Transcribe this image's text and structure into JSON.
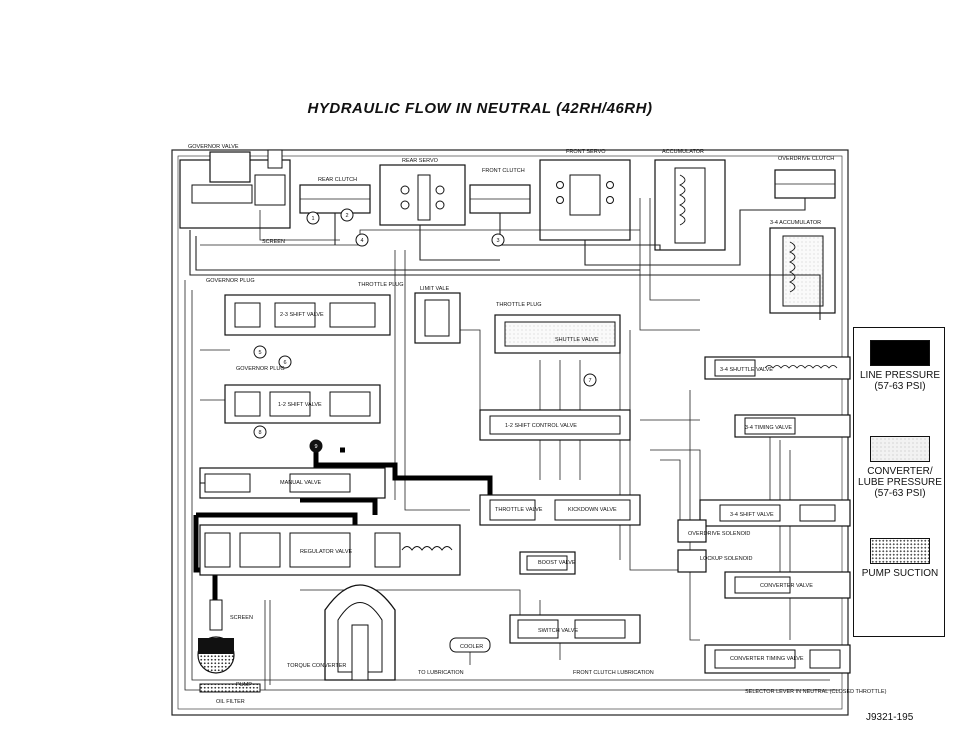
{
  "title": "HYDRAULIC FLOW IN NEUTRAL (42RH/46RH)",
  "labels": {
    "governor_valve": "GOVERNOR VALVE",
    "rear_clutch": "REAR CLUTCH",
    "rear_servo": "REAR SERVO",
    "front_clutch": "FRONT CLUTCH",
    "front_servo": "FRONT SERVO",
    "accumulator": "ACCUMULATOR",
    "overdrive_clutch": "OVERDRIVE CLUTCH",
    "accumulator_3_4": "3-4 ACCUMULATOR",
    "screen_top": "SCREEN",
    "governor_plug_top": "GOVERNOR PLUG",
    "throttle_plug_top": "THROTTLE PLUG",
    "shift_valve_2_3": "2-3 SHIFT VALVE",
    "limit_valve": "LIMIT VALE",
    "throttle_plug_mid": "THROTTLE PLUG",
    "shuttle_valve": "SHUTTLE VALVE",
    "shuttle_valve_3_4": "3-4 SHUTTLE VALVE",
    "governor_plug_mid": "GOVERNOR PLUG",
    "shift_valve_1_2": "1-2 SHIFT VALVE",
    "shift_control_valve_1_2": "1-2 SHIFT CONTROL VALVE",
    "timing_valve_3_4": "3-4 TIMING VALVE",
    "manual_valve": "MANUAL VALVE",
    "throttle_valve": "THROTTLE VALVE",
    "kickdown_valve": "KICKDOWN VALVE",
    "shift_valve_3_4": "3-4 SHIFT VALVE",
    "overdrive_solenoid": "OVERDRIVE SOLENOID",
    "regulator_valve": "REGULATOR VALVE",
    "boost_valve": "BOOST VALVE",
    "lockup_solenoid": "LOCKUP SOLENOID",
    "converter_valve": "CONVERTER VALVE",
    "screen_bottom": "SCREEN",
    "switch_valve": "SWITCH VALVE",
    "cooler": "COOLER",
    "torque_converter": "TORQUE CONVERTER",
    "to_lubrication": "TO LUBRICATION",
    "front_clutch_lubrication": "FRONT CLUTCH LUBRICATION",
    "converter_timing_valve": "CONVERTER TIMING VALVE",
    "pump": "PUMP",
    "oil_filter": "OIL FILTER",
    "selector_lever": "SELECTOR LEVER IN NEUTRAL (CLOSED THROTTLE)"
  },
  "circle_numbers": [
    "1",
    "2",
    "3",
    "4",
    "5",
    "6",
    "7",
    "8",
    "9"
  ],
  "legend": [
    {
      "label": "LINE PRESSURE (57-63 psi)",
      "pattern": "solid-black"
    },
    {
      "label": "CONVERTER/ LUBE PRESSURE (57-63 psi)",
      "pattern": "light-stipple"
    },
    {
      "label": "PUMP SUCTION",
      "pattern": "dense-dots"
    }
  ],
  "figure_id": "J9321-195",
  "colors": {
    "ink": "#111111",
    "line_pressure": "#000000",
    "background": "#ffffff"
  }
}
